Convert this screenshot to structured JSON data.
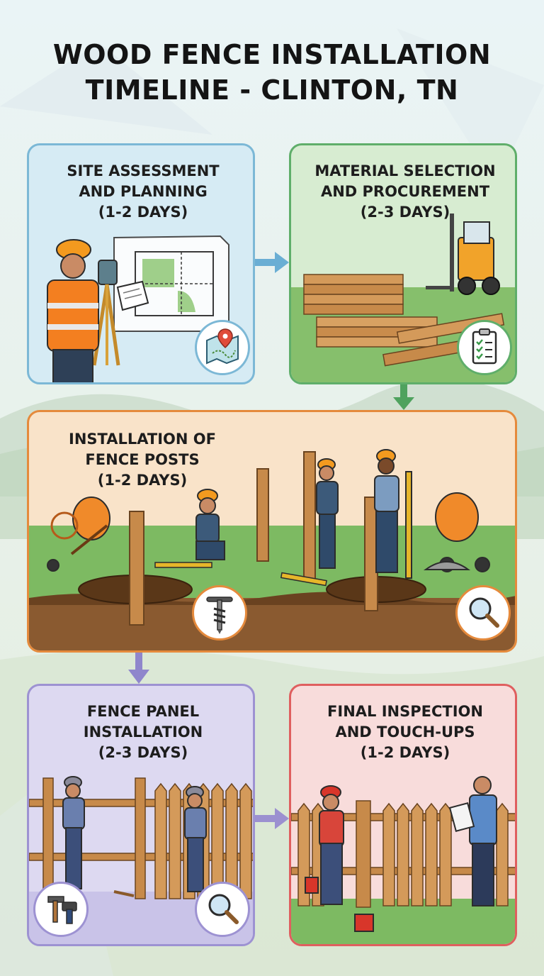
{
  "title": {
    "line1": "WOOD FENCE INSTALLATION",
    "line2": "TIMELINE - CLINTON, TN"
  },
  "colors": {
    "step1": "#7cb8d6",
    "step2": "#5fae6a",
    "step3": "#e58a3c",
    "step4": "#9d92d2",
    "step5": "#df5f5f"
  },
  "steps": [
    {
      "line1": "SITE ASSESSMENT",
      "line2": "AND PLANNING",
      "duration": "(1-2 DAYS)",
      "icon": "map-pin-icon"
    },
    {
      "line1": "MATERIAL SELECTION",
      "line2": "AND PROCUREMENT",
      "duration": "(2-3 DAYS)",
      "icon": "clipboard-checklist-icon"
    },
    {
      "line1": "INSTALLATION OF",
      "line2": "FENCE POSTS",
      "duration": "(1-2 DAYS)",
      "icon": "auger-icon",
      "icon2": "magnifier-icon"
    },
    {
      "line1": "FENCE PANEL",
      "line2": "INSTALLATION",
      "duration": "(2-3 DAYS)",
      "icon": "hammer-nailgun-icon",
      "icon2": "magnifier-icon"
    },
    {
      "line1": "FINAL INSPECTION",
      "line2": "AND TOUCH-UPS",
      "duration": "(1-2 DAYS)"
    }
  ]
}
